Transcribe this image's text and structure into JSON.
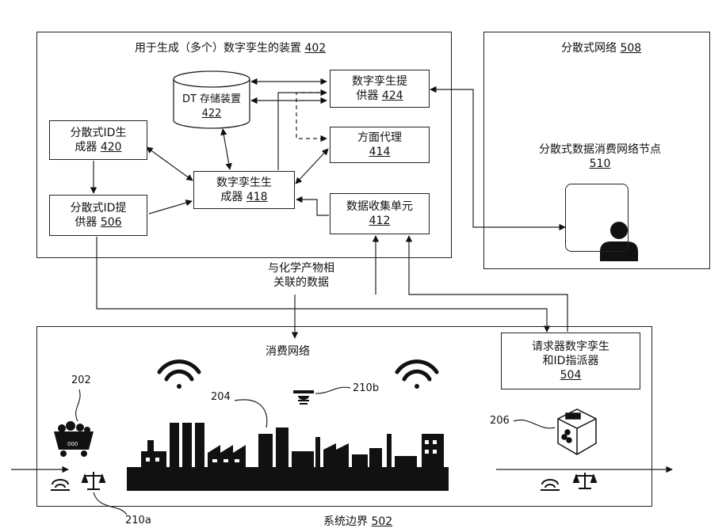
{
  "apparatus": {
    "title": "用于生成（多个）数字孪生的装置",
    "ref": "402"
  },
  "dt_storage": {
    "line1": "DT 存储装置",
    "ref": "422"
  },
  "dt_provider": {
    "line1": "数字孪生提",
    "line2": "供器",
    "ref": "424"
  },
  "aspect_proxy": {
    "line1": "方面代理",
    "ref": "414"
  },
  "dt_generator": {
    "line1": "数字孪生生",
    "line2": "成器",
    "ref": "418"
  },
  "data_collection": {
    "line1": "数据收集单元",
    "ref": "412"
  },
  "id_generator": {
    "line1": "分散式ID生",
    "line2": "成器",
    "ref": "420"
  },
  "id_provider": {
    "line1": "分散式ID提",
    "line2": "供器",
    "ref": "506"
  },
  "distributed_network": {
    "title": "分散式网络",
    "ref": "508"
  },
  "consumer_node": {
    "line1": "分散式数据消费网络节点",
    "ref": "510"
  },
  "chem_data": {
    "line1": "与化学产物相",
    "line2": "关联的数据"
  },
  "requester": {
    "line1": "请求器数字孪生",
    "line2": "和ID指派器",
    "ref": "504"
  },
  "consumption_network": {
    "title": "消费网络"
  },
  "system_boundary": {
    "title": "系统边界",
    "ref": "502"
  },
  "refs": {
    "raw_material": "202",
    "factory": "204",
    "sensor_b": "210b",
    "sensor_a": "210a",
    "product": "206"
  },
  "icons": [
    "database-icon",
    "wifi-icon",
    "factory-icon",
    "user-icon",
    "mine-cart-icon",
    "package-icon",
    "scale-icon",
    "sensor-icon"
  ]
}
